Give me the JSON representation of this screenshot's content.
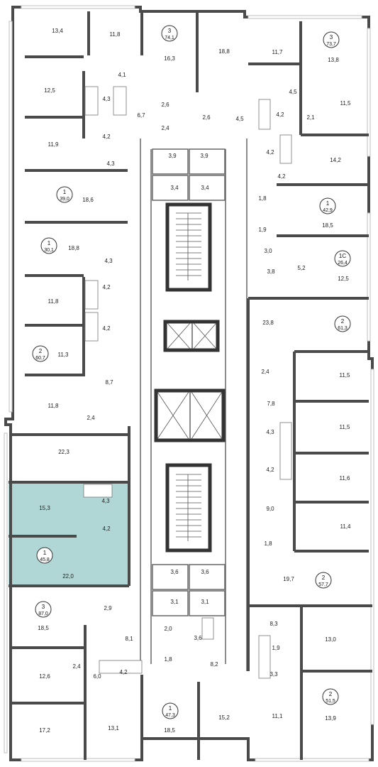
{
  "colors": {
    "highlight": "#a7d3d1",
    "wall": "#4a4a4a"
  },
  "rooms": [
    {
      "id": "r1",
      "label": "13,4"
    },
    {
      "id": "r2",
      "label": "11,8"
    },
    {
      "id": "r3",
      "label": "16,3"
    },
    {
      "id": "r4",
      "label": "18,8"
    },
    {
      "id": "r5",
      "label": "11,7"
    },
    {
      "id": "r6",
      "label": "13,8"
    },
    {
      "id": "r7",
      "label": "4,1"
    },
    {
      "id": "r8",
      "label": "12,5"
    },
    {
      "id": "r9",
      "label": "4,3"
    },
    {
      "id": "r10",
      "label": "4,2"
    },
    {
      "id": "r11",
      "label": "6,7"
    },
    {
      "id": "r12",
      "label": "2,6"
    },
    {
      "id": "r13",
      "label": "2,4"
    },
    {
      "id": "r14",
      "label": "2,6"
    },
    {
      "id": "r15",
      "label": "4,5"
    },
    {
      "id": "r16",
      "label": "4,5"
    },
    {
      "id": "r17",
      "label": "4,2"
    },
    {
      "id": "r18",
      "label": "2,1"
    },
    {
      "id": "r19",
      "label": "11,5"
    },
    {
      "id": "r20",
      "label": "11,9"
    },
    {
      "id": "r21",
      "label": "4,3"
    },
    {
      "id": "r22",
      "label": "3,9"
    },
    {
      "id": "r23",
      "label": "3,9"
    },
    {
      "id": "r24",
      "label": "4,2"
    },
    {
      "id": "r25",
      "label": "14,2"
    },
    {
      "id": "r26",
      "label": "4,2"
    },
    {
      "id": "r27",
      "label": "3,4"
    },
    {
      "id": "r28",
      "label": "3,4"
    },
    {
      "id": "r29",
      "label": "18,6"
    },
    {
      "id": "r30",
      "label": "1,8"
    },
    {
      "id": "r31",
      "label": "18,5"
    },
    {
      "id": "r32",
      "label": "1,9"
    },
    {
      "id": "r33",
      "label": "18,8"
    },
    {
      "id": "r34",
      "label": "3,0"
    },
    {
      "id": "r35",
      "label": "5,2"
    },
    {
      "id": "r36",
      "label": "3,8"
    },
    {
      "id": "r37",
      "label": "12,5"
    },
    {
      "id": "r38",
      "label": "4,3"
    },
    {
      "id": "r39",
      "label": "11,8"
    },
    {
      "id": "r40",
      "label": "4,2"
    },
    {
      "id": "r41",
      "label": "23,8"
    },
    {
      "id": "r42",
      "label": "4,2"
    },
    {
      "id": "r43",
      "label": "11,3"
    },
    {
      "id": "r44",
      "label": "2,4"
    },
    {
      "id": "r45",
      "label": "11,5"
    },
    {
      "id": "r46",
      "label": "8,7"
    },
    {
      "id": "r47",
      "label": "11,8"
    },
    {
      "id": "r48",
      "label": "7,8"
    },
    {
      "id": "r49",
      "label": "2,4"
    },
    {
      "id": "r50",
      "label": "11,5"
    },
    {
      "id": "r51",
      "label": "22,3"
    },
    {
      "id": "r52",
      "label": "4,3"
    },
    {
      "id": "r53",
      "label": "4,2"
    },
    {
      "id": "r54",
      "label": "11,6"
    },
    {
      "id": "r55",
      "label": "15,3"
    },
    {
      "id": "r56",
      "label": "4,3"
    },
    {
      "id": "r57",
      "label": "9,0"
    },
    {
      "id": "r58",
      "label": "4,2"
    },
    {
      "id": "r59",
      "label": "11,4"
    },
    {
      "id": "r60",
      "label": "22,0"
    },
    {
      "id": "r61",
      "label": "1,8"
    },
    {
      "id": "r62",
      "label": "19,7"
    },
    {
      "id": "r63",
      "label": "3,6"
    },
    {
      "id": "r64",
      "label": "3,6"
    },
    {
      "id": "r65",
      "label": "3,1"
    },
    {
      "id": "r66",
      "label": "3,1"
    },
    {
      "id": "r67",
      "label": "2,9"
    },
    {
      "id": "r68",
      "label": "18,5"
    },
    {
      "id": "r69",
      "label": "8,3"
    },
    {
      "id": "r70",
      "label": "8,1"
    },
    {
      "id": "r71",
      "label": "2,0"
    },
    {
      "id": "r72",
      "label": "3,6"
    },
    {
      "id": "r73",
      "label": "1,9"
    },
    {
      "id": "r74",
      "label": "13,0"
    },
    {
      "id": "r75",
      "label": "1,8"
    },
    {
      "id": "r76",
      "label": "8,2"
    },
    {
      "id": "r77",
      "label": "12,6"
    },
    {
      "id": "r78",
      "label": "2,4"
    },
    {
      "id": "r79",
      "label": "4,2"
    },
    {
      "id": "r80",
      "label": "6,0"
    },
    {
      "id": "r81",
      "label": "3,3"
    },
    {
      "id": "r82",
      "label": "17,2"
    },
    {
      "id": "r83",
      "label": "13,1"
    },
    {
      "id": "r84",
      "label": "18,5"
    },
    {
      "id": "r85",
      "label": "15,2"
    },
    {
      "id": "r86",
      "label": "11,1"
    },
    {
      "id": "r87",
      "label": "13,9"
    }
  ],
  "badges": [
    {
      "id": "b1",
      "rooms": "3",
      "area": "74,1"
    },
    {
      "id": "b2",
      "rooms": "3",
      "area": "73,7"
    },
    {
      "id": "b3",
      "rooms": "1",
      "area": "39,0"
    },
    {
      "id": "b4",
      "rooms": "1",
      "area": "42,9"
    },
    {
      "id": "b5",
      "rooms": "1",
      "area": "30,1"
    },
    {
      "id": "b6",
      "rooms": "1С",
      "area": "26,4"
    },
    {
      "id": "b7",
      "rooms": "2",
      "area": "61,3"
    },
    {
      "id": "b8",
      "rooms": "2",
      "area": "60,7"
    },
    {
      "id": "b9",
      "rooms": "1",
      "area": "45,8"
    },
    {
      "id": "b10",
      "rooms": "2",
      "area": "57,7"
    },
    {
      "id": "b11",
      "rooms": "3",
      "area": "87,0"
    },
    {
      "id": "b12",
      "rooms": "1",
      "area": "47,3"
    },
    {
      "id": "b13",
      "rooms": "2",
      "area": "51,5"
    }
  ]
}
